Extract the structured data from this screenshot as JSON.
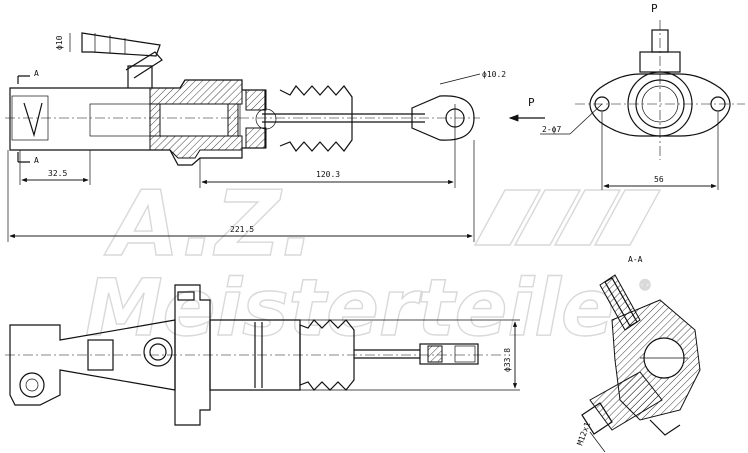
{
  "watermark": {
    "initials": "A.Z.",
    "brand": "Meisterteile",
    "registered": "®"
  },
  "views": {
    "side_section": {
      "dimensions": {
        "inlet_diameter": "ϕ10",
        "eye_diameter": "ϕ10.2",
        "bore_offset": "32.5",
        "rod_length": "120.3",
        "overall_length": "221.5"
      },
      "section_marks": [
        "A",
        "A"
      ]
    },
    "end_view": {
      "view_arrow": "P",
      "view_label": "P",
      "hole_callout": "2-ϕ7",
      "flange_width": "56"
    },
    "plan_view": {
      "body_diameter": "ϕ33.8"
    },
    "section_a": {
      "title": "A-A",
      "thread": "M12x1"
    }
  }
}
